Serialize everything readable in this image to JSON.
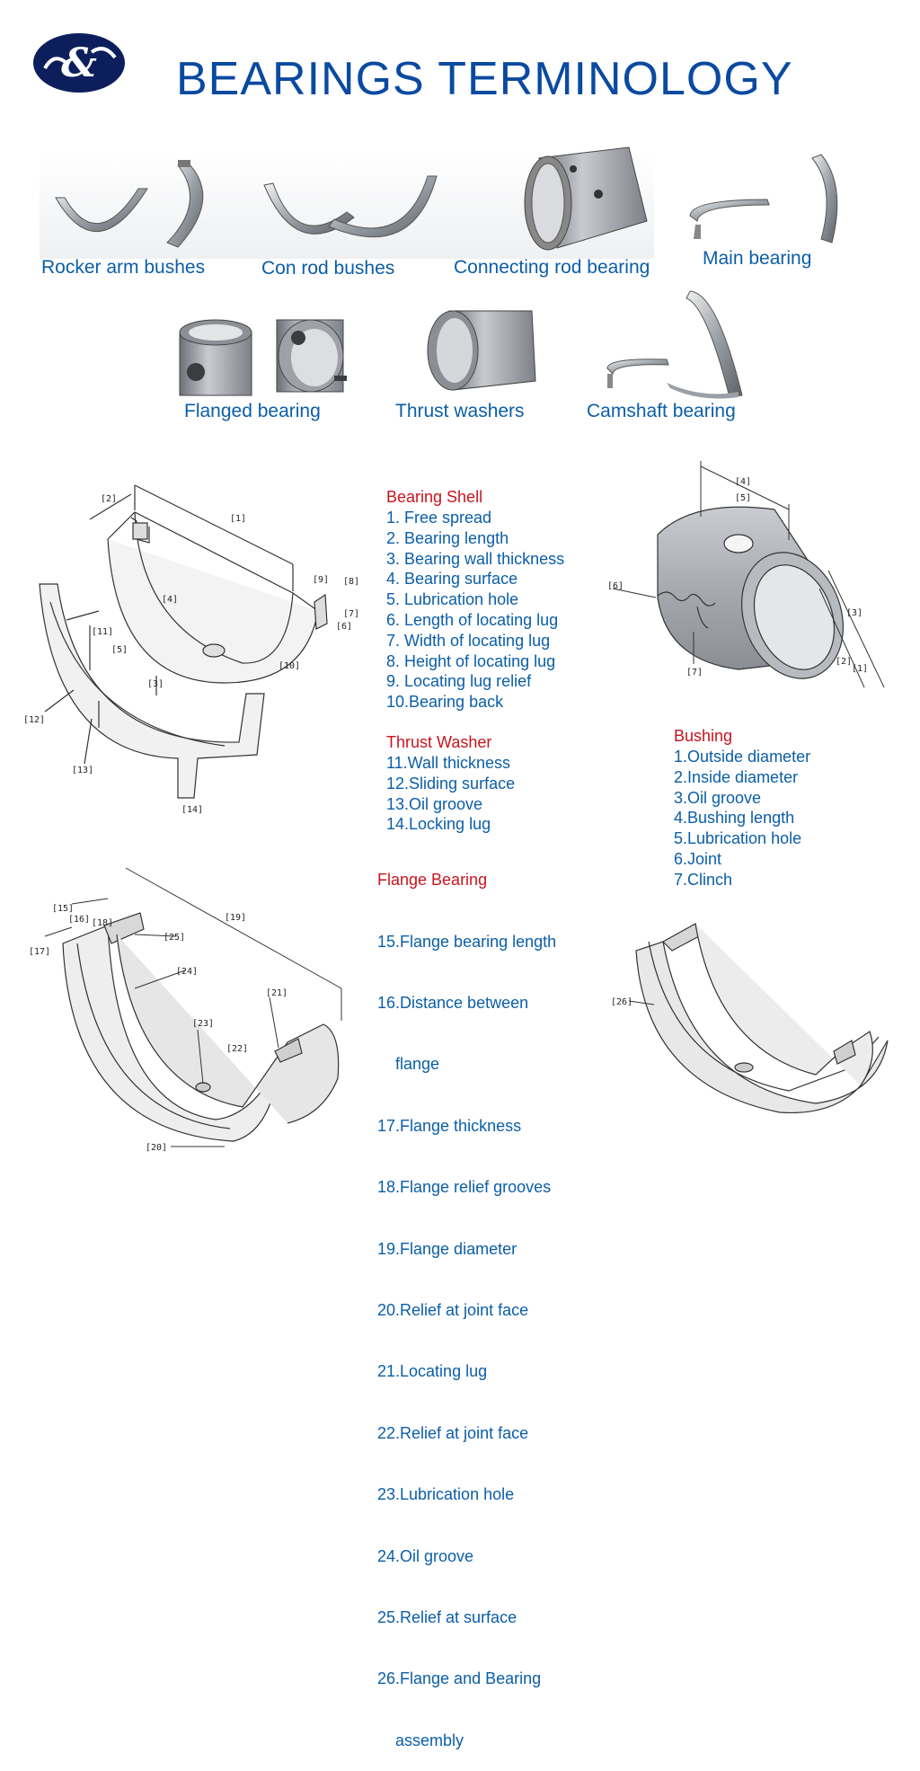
{
  "page": {
    "title": "BEARINGS  TERMINOLOGY",
    "logo_icon": "ampersand-logo-icon"
  },
  "photos": [
    "Rocker arm bushes",
    "Con rod bushes",
    "Connecting rod bearing",
    "Main bearing",
    "Flanged bearing",
    "Thrust  washers",
    "Camshaft bearing"
  ],
  "bearing_shell": {
    "heading": "Bearing Shell",
    "items": [
      "1.  Free spread",
      "2.  Bearing length",
      "3.  Bearing wall thickness",
      "4.  Bearing surface",
      "5.  Lubrication hole",
      "6.  Length of locating lug",
      "7.  Width of locating lug",
      "8.  Height of locating lug",
      "9.  Locating lug relief",
      "10.Bearing back"
    ]
  },
  "thrust_washer": {
    "heading": "Thrust Washer",
    "items": [
      "11.Wall thickness",
      "12.Sliding surface",
      "13.Oil groove",
      "14.Locking lug"
    ]
  },
  "bushing": {
    "heading": "Bushing",
    "items": [
      "1.Outside diameter",
      "2.Inside diameter",
      "3.Oil groove",
      "4.Bushing length",
      "5.Lubrication hole",
      "6.Joint",
      "7.Clinch"
    ]
  },
  "flange_bearing": {
    "heading": "Flange Bearing",
    "items": [
      "15.Flange bearing length",
      "16.Distance between",
      "    flange",
      "17.Flange thickness",
      "18.Flange relief grooves",
      "19.Flange diameter",
      "20.Relief at joint face",
      "21.Locating lug",
      "22.Relief at joint face",
      "23.Lubrication hole",
      "24.Oil groove",
      "25.Relief at surface",
      "26.Flange and Bearing",
      "    assembly"
    ]
  },
  "callouts": {
    "shell": [
      "[1]",
      "[2]",
      "[3]",
      "[4]",
      "[5]",
      "[6]",
      "[7]",
      "[8]",
      "[9]",
      "[10]",
      "[11]",
      "[12]",
      "[13]",
      "[14]"
    ],
    "bushing": [
      "[1]",
      "[2]",
      "[3]",
      "[4]",
      "[5]",
      "[6]",
      "[7]"
    ],
    "flange": [
      "[15]",
      "[16]",
      "[17]",
      "[18]",
      "[19]",
      "[20]",
      "[21]",
      "[22]",
      "[23]",
      "[24]",
      "[25]"
    ],
    "assembly": [
      "[26]"
    ]
  },
  "colors": {
    "title": "#0a4aa0",
    "caption": "#0b5ea8",
    "heading": "#c8141e",
    "logo": "#0c1f5c"
  }
}
